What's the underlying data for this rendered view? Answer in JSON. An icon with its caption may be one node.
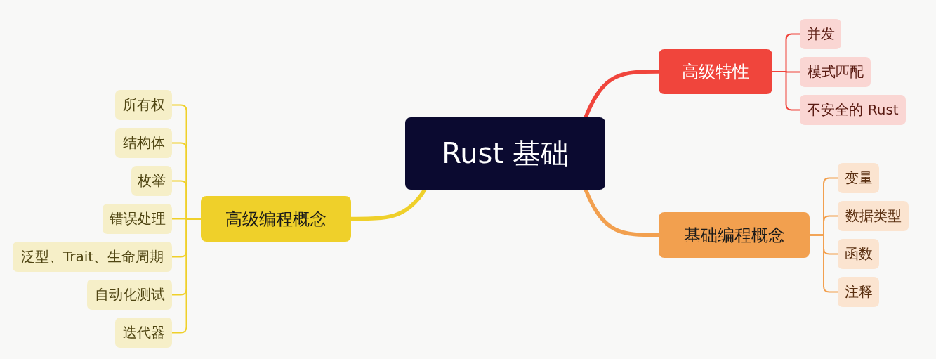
{
  "diagram": {
    "nodes": [
      {
        "text": [
          "Rust 基础"
        ]
      },
      {
        "text": [
          "高级特性"
        ]
      },
      {
        "text": [
          "并发"
        ]
      },
      {
        "text": [
          "模式匹配"
        ]
      },
      {
        "text": [
          "不安全的 Rust"
        ]
      },
      {
        "text": [
          "基础编程概念"
        ]
      },
      {
        "text": [
          "变量"
        ]
      },
      {
        "text": [
          "数据类型"
        ]
      },
      {
        "text": [
          "函数"
        ]
      },
      {
        "text": [
          "注释"
        ]
      },
      {
        "text": [
          "高级编程概念"
        ]
      },
      {
        "text": [
          "所有权"
        ]
      },
      {
        "text": [
          "结构体"
        ]
      },
      {
        "text": [
          "枚举"
        ]
      },
      {
        "text": [
          "错误处理"
        ]
      },
      {
        "text": [
          "泛型、Trait、生命周期"
        ]
      },
      {
        "text": [
          "自动化测试"
        ]
      },
      {
        "text": [
          "迭代器"
        ]
      }
    ],
    "edges": [
      {
        "from": 0,
        "to": 1,
        "arrow": "none",
        "style": "thick",
        "color": "#f0453c"
      },
      {
        "from": 1,
        "to": 2,
        "arrow": "none",
        "color": "#f0453c"
      },
      {
        "from": 1,
        "to": 3,
        "arrow": "none",
        "color": "#f0453c"
      },
      {
        "from": 1,
        "to": 4,
        "arrow": "none",
        "color": "#f0453c"
      },
      {
        "from": 0,
        "to": 5,
        "arrow": "none",
        "style": "thick",
        "color": "#f2a04f"
      },
      {
        "from": 5,
        "to": 6,
        "arrow": "none",
        "color": "#f2a04f"
      },
      {
        "from": 5,
        "to": 7,
        "arrow": "none",
        "color": "#f2a04f"
      },
      {
        "from": 5,
        "to": 8,
        "arrow": "none",
        "color": "#f2a04f"
      },
      {
        "from": 5,
        "to": 9,
        "arrow": "none",
        "color": "#f2a04f"
      },
      {
        "from": 0,
        "to": 10,
        "arrow": "none",
        "style": "thick",
        "color": "#efd02a"
      },
      {
        "from": 10,
        "to": 11,
        "arrow": "none",
        "color": "#efd02a"
      },
      {
        "from": 10,
        "to": 12,
        "arrow": "none",
        "color": "#efd02a"
      },
      {
        "from": 10,
        "to": 13,
        "arrow": "none",
        "color": "#efd02a"
      },
      {
        "from": 10,
        "to": 14,
        "arrow": "none",
        "color": "#efd02a"
      },
      {
        "from": 10,
        "to": 15,
        "arrow": "none",
        "color": "#efd02a"
      },
      {
        "from": 10,
        "to": 16,
        "arrow": "none",
        "color": "#efd02a"
      },
      {
        "from": 10,
        "to": 17,
        "arrow": "none",
        "color": "#efd02a"
      }
    ]
  }
}
